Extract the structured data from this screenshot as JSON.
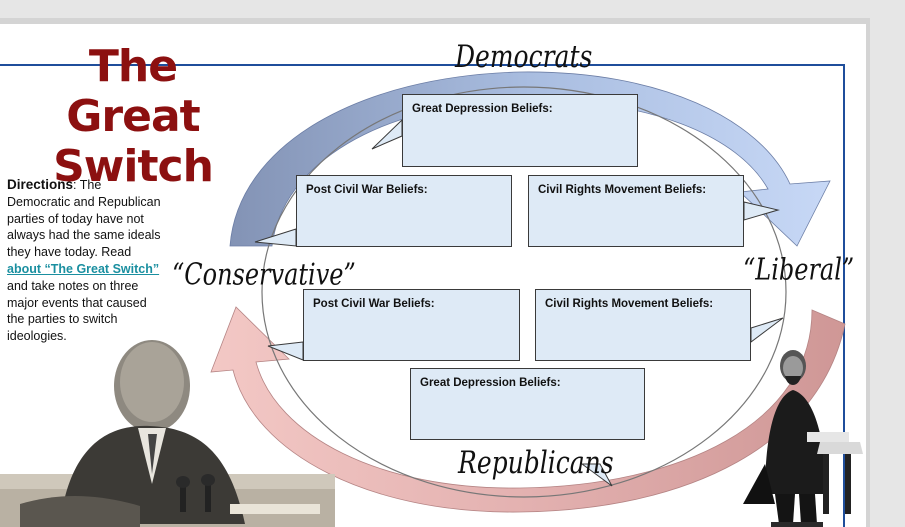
{
  "title": {
    "line1": "The Great",
    "line2": "Switch"
  },
  "directions": {
    "lead": "Directions",
    "text1": ": The Democratic and Republican parties of today have not always had the same ideals they have today. Read ",
    "link": "about “The Great Switch”",
    "text2": " and take notes on three major events that caused the parties to switch ideologies."
  },
  "labels": {
    "democrats": "Democrats",
    "republicans": "Republicans",
    "conservative": "“Conservative”",
    "liberal": "“Liberal”"
  },
  "boxes": {
    "dem_great_depression": "Great Depression Beliefs:",
    "dem_post_civil_war": "Post Civil War Beliefs:",
    "dem_civil_rights": "Civil Rights Movement Beliefs:",
    "rep_post_civil_war": "Post Civil War Beliefs:",
    "rep_civil_rights": "Civil Rights Movement Beliefs:",
    "rep_great_depression": "Great Depression Beliefs:"
  },
  "colors": {
    "title": "#8c1010",
    "slide_border": "#1f4e9b",
    "box_fill": "#deeaf6",
    "arrow_blue_start": "#8a9bbd",
    "arrow_blue_end": "#c9daf8",
    "arrow_red_start": "#f4c7c3",
    "arrow_red_end": "#d29a9a",
    "link": "#1a8fa0"
  },
  "images": {
    "left_photo": "fdr-portrait",
    "right_photo": "lincoln-portrait"
  }
}
